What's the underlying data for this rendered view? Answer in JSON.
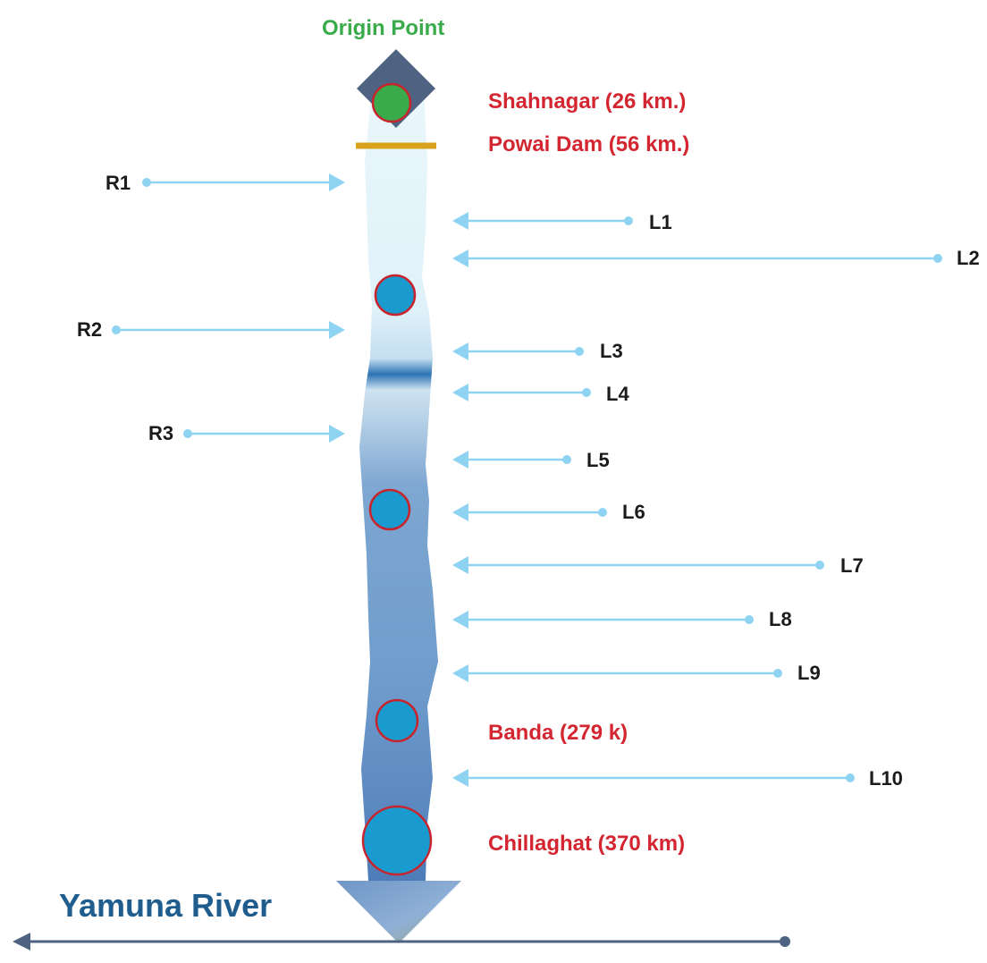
{
  "origin_label": "Origin Point",
  "places": [
    {
      "id": "shahnagar",
      "label": "Shahnagar (26 km.)"
    },
    {
      "id": "powai-dam",
      "label": "Powai Dam (56 km.)"
    },
    {
      "id": "banda",
      "label": "Banda (279 k)"
    },
    {
      "id": "chillaghat",
      "label": "Chillaghat (370 km)"
    }
  ],
  "right_tributaries": [
    "R1",
    "R2",
    "R3"
  ],
  "left_tributaries": [
    "L1",
    "L2",
    "L3",
    "L4",
    "L5",
    "L6",
    "L7",
    "L8",
    "L9",
    "L10"
  ],
  "confluence_label": "Yamuna River",
  "colors": {
    "arrow": "#8fd3f3",
    "place_text": "#d32631",
    "origin_text": "#3aab4a",
    "origin_dot": "#3aab4a",
    "town_dot": "#1a9bcf",
    "dot_ring": "#c8242e",
    "dam": "#d9a21c",
    "diamond": "#4e6382",
    "yamuna_text": "#1f5d8e",
    "yamuna_line": "#4e6382"
  }
}
